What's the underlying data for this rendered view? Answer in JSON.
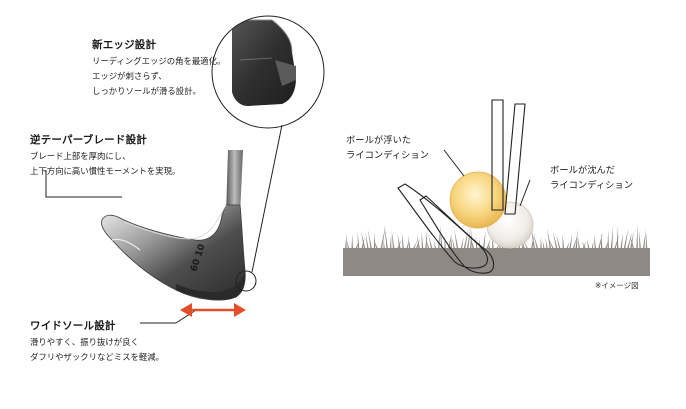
{
  "features": [
    {
      "title": "新エッジ設計",
      "lines": [
        "リーディングエッジの角を最適化。",
        "エッジが刺さらず、",
        "しっかりソールが滑る設計。"
      ]
    },
    {
      "title": "逆テーパーブレード設計",
      "lines": [
        "ブレード上部を厚肉にし、",
        "上下方向に高い慣性モーメントを実現。"
      ]
    },
    {
      "title": "ワイドソール設計",
      "lines": [
        "滑りやすく、振り抜けが良く",
        "ダフリやザックリなどミスを軽減。"
      ]
    }
  ],
  "illustration": {
    "floating_ball_label": [
      "ボールが浮いた",
      "ライコンディション"
    ],
    "sunken_ball_label": [
      "ボールが沈んだ",
      "ライコンディション"
    ],
    "note": "※イメージ図"
  },
  "club_markings": "60 10",
  "colors": {
    "arrow": "#e2502a",
    "ground": "#8f8986",
    "ball_floating": "#f6c55a",
    "ball_sunken": "#f2efe9",
    "line_accent": "#222222"
  }
}
